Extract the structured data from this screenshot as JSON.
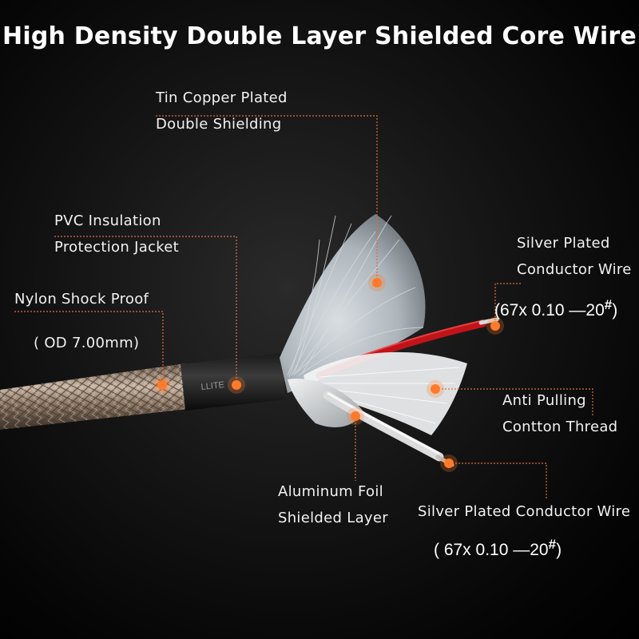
{
  "header": {
    "title": "High Density Double Layer Shielded Core Wire"
  },
  "labels": {
    "tin_shield_line1": "Tin Copper Plated",
    "tin_shield_line2": "Double Shielding",
    "pvc_line1": "PVC Insulation",
    "pvc_line2": "Protection Jacket",
    "nylon_line1": "Nylon Shock Proof",
    "nylon_line2": "( OD 7.00mm)",
    "silver_top_line1": "Silver Plated",
    "silver_top_line2": "Conductor Wire",
    "silver_top_spec": "(67x 0.10 —20",
    "silver_top_spec_sup": "#",
    "silver_top_spec_close": ")",
    "anti_line1": "Anti Pulling",
    "anti_line2": "Contton Thread",
    "foil_line1": "Aluminum Foil",
    "foil_line2": "Shielded Layer",
    "silver_bottom_line1": "Silver Plated Conductor Wire",
    "silver_bottom_spec": "( 67x 0.10 —20",
    "silver_bottom_spec_sup": "#",
    "silver_bottom_spec_close": ")"
  },
  "colors": {
    "accent_orange": "#ff7a2a",
    "leader_line": "#d9703f",
    "text": "#f2f2f2",
    "background": "#000000"
  }
}
